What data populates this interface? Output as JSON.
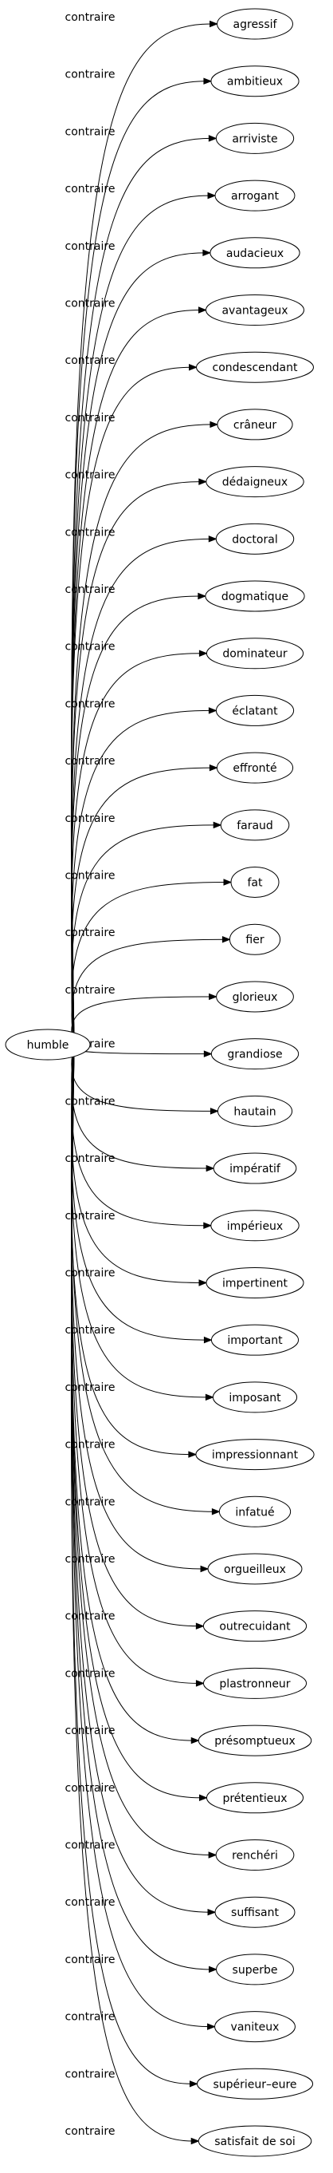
{
  "source": {
    "label": "humble"
  },
  "edge_label": "contraire",
  "targets": [
    "agressif",
    "ambitieux",
    "arriviste",
    "arrogant",
    "audacieux",
    "avantageux",
    "condescendant",
    "crâneur",
    "dédaigneux",
    "doctoral",
    "dogmatique",
    "dominateur",
    "éclatant",
    "effronté",
    "faraud",
    "fat",
    "fier",
    "glorieux",
    "grandiose",
    "hautain",
    "impératif",
    "impérieux",
    "impertinent",
    "important",
    "imposant",
    "impressionnant",
    "infatué",
    "orgueilleux",
    "outrecuidant",
    "plastronneur",
    "présomptueux",
    "prétentieux",
    "renchéri",
    "suffisant",
    "superbe",
    "vaniteux",
    "supérieur–eure",
    "satisfait de soi"
  ]
}
